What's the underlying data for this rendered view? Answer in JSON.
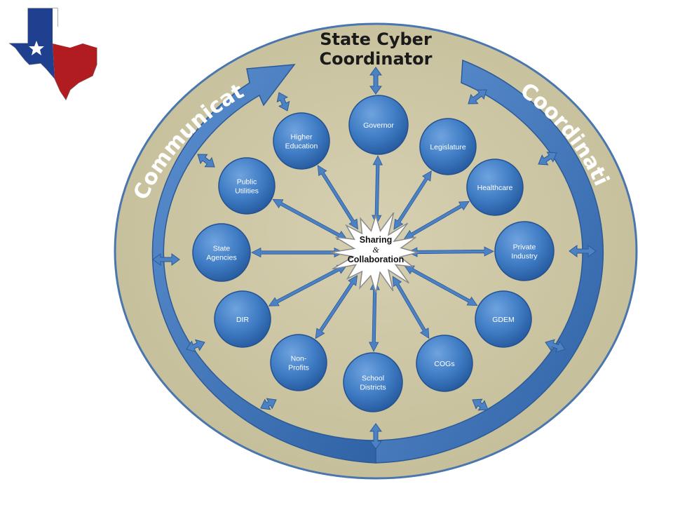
{
  "title": {
    "line1": "State Cyber",
    "line2": "Coordinator"
  },
  "arc_labels": {
    "left": "Communication",
    "right": "Coordination"
  },
  "hub": {
    "line1": "Sharing",
    "line2": "&",
    "line3": "Collaboration"
  },
  "nodes": [
    {
      "id": "governor",
      "lines": [
        "Governor"
      ]
    },
    {
      "id": "legislature",
      "lines": [
        "Legislature"
      ]
    },
    {
      "id": "healthcare",
      "lines": [
        "Healthcare"
      ]
    },
    {
      "id": "private-industry",
      "lines": [
        "Private",
        "Industry"
      ]
    },
    {
      "id": "gdem",
      "lines": [
        "GDEM"
      ]
    },
    {
      "id": "cogs",
      "lines": [
        "COGs"
      ]
    },
    {
      "id": "school-districts",
      "lines": [
        "School",
        "Districts"
      ]
    },
    {
      "id": "non-profits",
      "lines": [
        "Non-",
        "Profits"
      ]
    },
    {
      "id": "dir",
      "lines": [
        "DIR"
      ]
    },
    {
      "id": "state-agencies",
      "lines": [
        "State",
        "Agencies"
      ]
    },
    {
      "id": "public-utilities",
      "lines": [
        "Public",
        "Utilities"
      ]
    },
    {
      "id": "higher-education",
      "lines": [
        "Higher",
        "Education"
      ]
    }
  ],
  "colors": {
    "ellipse_fill": "#cdc6a5",
    "ellipse_stroke": "#4a76b0",
    "node_fill": "#3f7cc4",
    "arrow_fill": "#4c82c3",
    "texas_blue": "#1f3f8f",
    "texas_red": "#b01c20"
  },
  "icons": {
    "logo": "texas-flag-map-icon"
  }
}
